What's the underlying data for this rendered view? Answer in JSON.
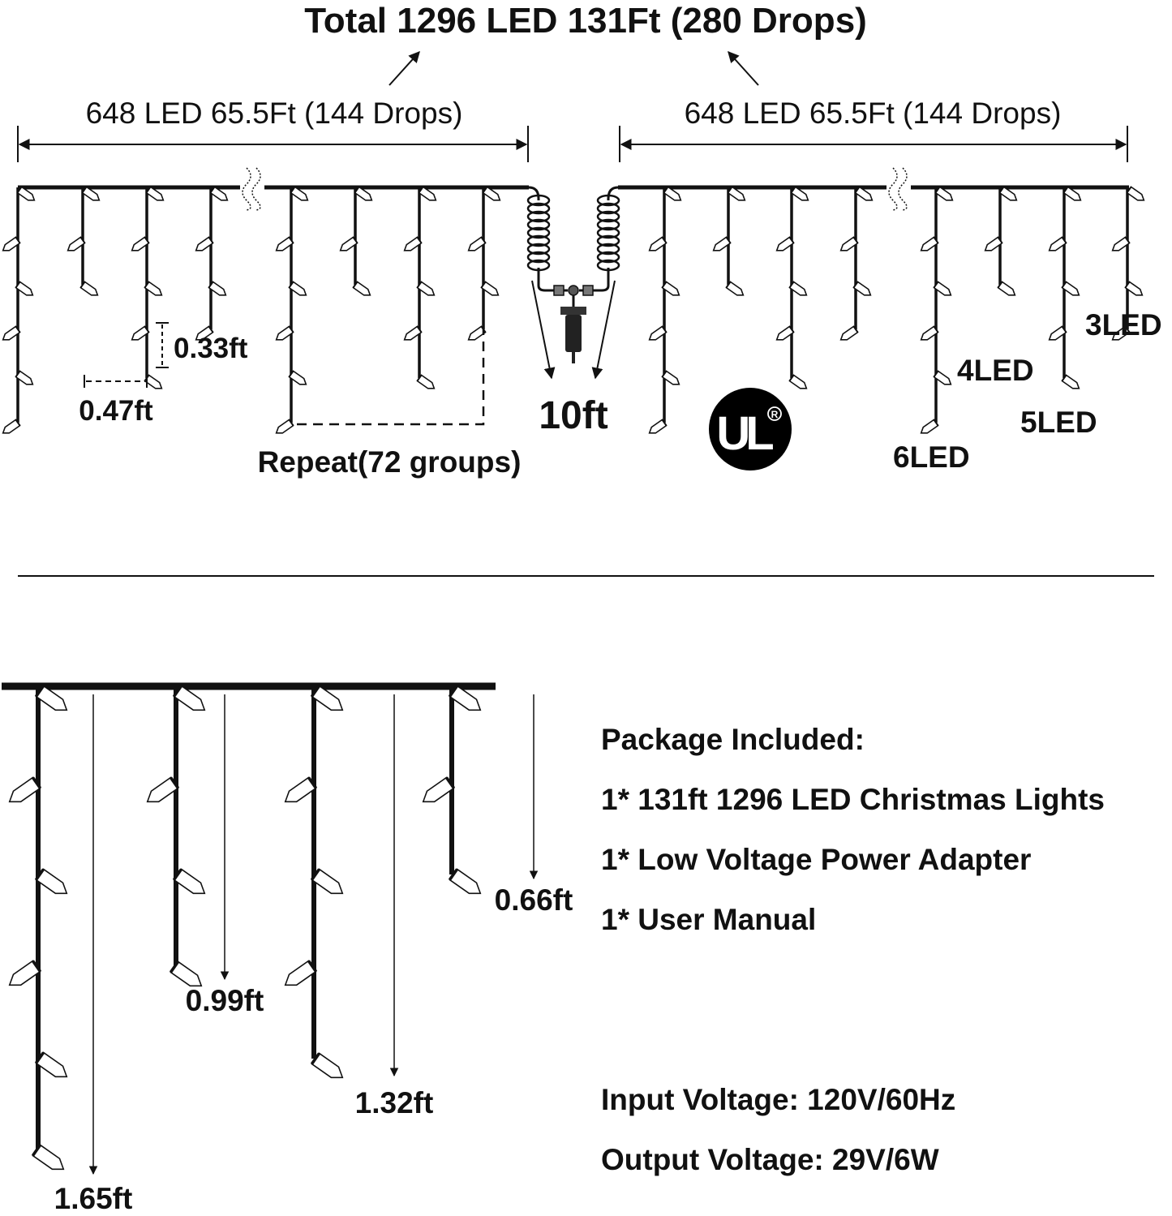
{
  "title": "Total 1296 LED 131Ft (280 Drops)",
  "left_section": {
    "label": "648 LED 65.5Ft (144 Drops)"
  },
  "right_section": {
    "label": "648 LED 65.5Ft (144 Drops)"
  },
  "annotations": {
    "vertical_spacing": "0.33ft",
    "horizontal_spacing": "0.47ft",
    "repeat": "Repeat(72 groups)",
    "lead_cable": "10ft",
    "cert_badge": "UL"
  },
  "drop_led_counts": [
    "3LED",
    "4LED",
    "5LED",
    "6LED"
  ],
  "drop_lengths": [
    "1.65ft",
    "0.99ft",
    "1.32ft",
    "0.66ft"
  ],
  "package": {
    "heading": "Package Included:",
    "items": [
      "1* 131ft 1296 LED Christmas Lights",
      "1* Low Voltage Power Adapter",
      "1* User Manual"
    ]
  },
  "specs": {
    "input": "Input Voltage: 120V/60Hz",
    "output": "Output Voltage: 29V/6W"
  },
  "colors": {
    "ink": "#111111",
    "bulb": "#ffffff",
    "background": "#ffffff"
  }
}
